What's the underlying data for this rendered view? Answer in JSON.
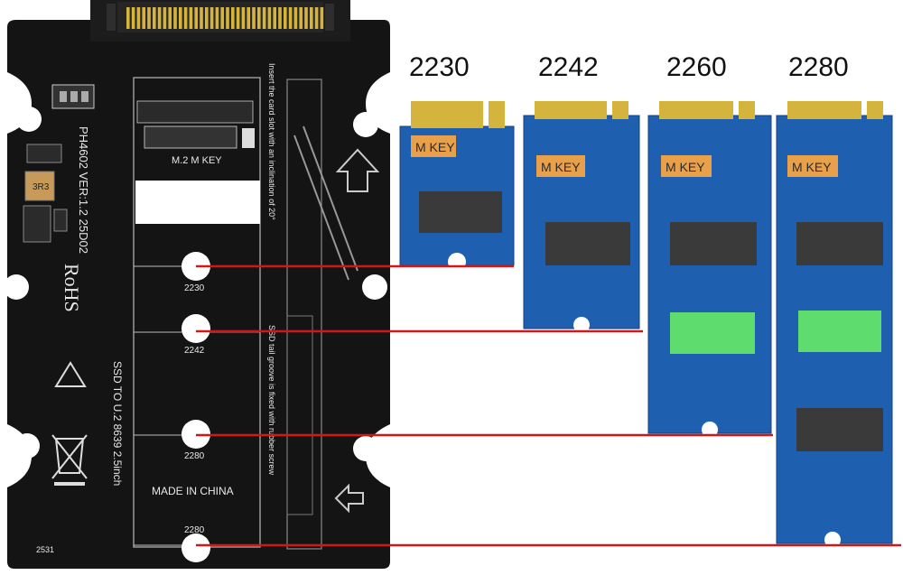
{
  "adapter": {
    "model": "PH4602",
    "version": "VER:1.2",
    "code": "25D02",
    "rohs": "RoHS",
    "ssd_label": "SSD TO U.2 8639 2.5inch",
    "made_in": "MADE IN CHINA",
    "m2_key": "M.2 M KEY",
    "insert_hint": "Insert the card slot with an inclination of 20°",
    "tail_hint": "SSD tail groove is fixed with rubber screw",
    "component_code": "3R3",
    "small_code": "2531",
    "hole_labels": [
      "2230",
      "2242",
      "2280",
      "2280"
    ]
  },
  "cards": [
    {
      "size": "2230",
      "key": "M KEY"
    },
    {
      "size": "2242",
      "key": "M KEY"
    },
    {
      "size": "2260",
      "key": "M KEY"
    },
    {
      "size": "2280",
      "key": "M KEY"
    }
  ],
  "colors": {
    "pcb_black": "#141414",
    "card_blue": "#1f5fb0",
    "gold_finger": "#d4b43c",
    "chip": "#3a3a3a",
    "memory_green": "#5fdc6e",
    "key_label": "#e8a04a",
    "guide_line": "#d01818"
  }
}
